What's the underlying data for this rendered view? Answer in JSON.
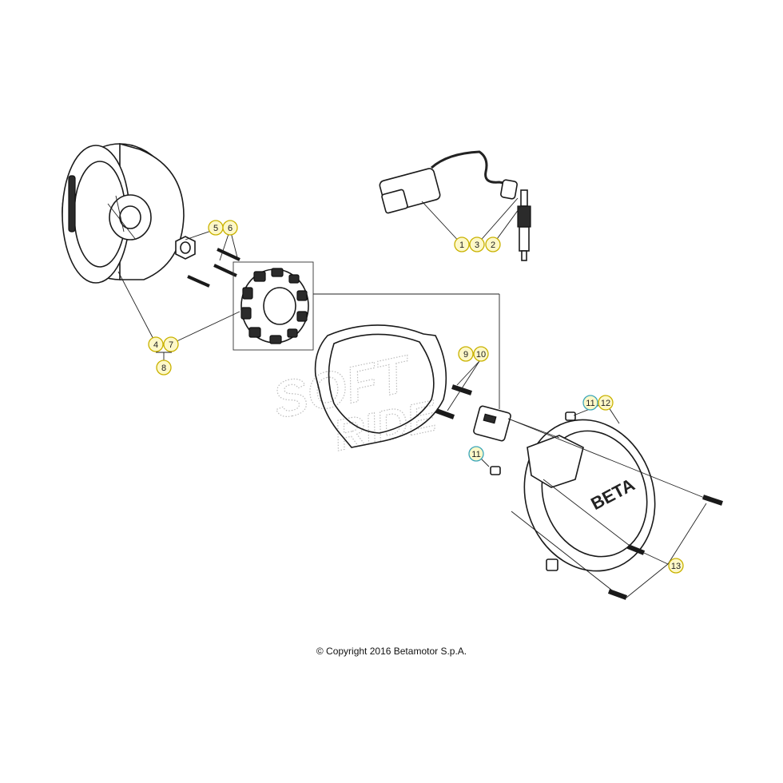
{
  "copyright": "© Copyright 2016 Betamotor S.p.A.",
  "watermark": {
    "line1": "SOFT",
    "line2": "RIDE"
  },
  "brand_logo": "BETA",
  "callouts": [
    {
      "id": "c1",
      "label": "1",
      "style": "yellow"
    },
    {
      "id": "c2",
      "label": "2",
      "style": "yellow"
    },
    {
      "id": "c3",
      "label": "3",
      "style": "yellow"
    },
    {
      "id": "c4",
      "label": "4",
      "style": "yellow"
    },
    {
      "id": "c5",
      "label": "5",
      "style": "yellow"
    },
    {
      "id": "c6",
      "label": "6",
      "style": "yellow"
    },
    {
      "id": "c7",
      "label": "7",
      "style": "yellow"
    },
    {
      "id": "c8",
      "label": "8",
      "style": "yellow"
    },
    {
      "id": "c9",
      "label": "9",
      "style": "yellow"
    },
    {
      "id": "c10",
      "label": "10",
      "style": "yellow"
    },
    {
      "id": "c11a",
      "label": "11",
      "style": "cyan"
    },
    {
      "id": "c11b",
      "label": "11",
      "style": "cyan"
    },
    {
      "id": "c12",
      "label": "12",
      "style": "yellow"
    },
    {
      "id": "c13",
      "label": "13",
      "style": "yellow"
    }
  ],
  "colors": {
    "callout_fill": "#fdf8c8",
    "callout_stroke_yellow": "#c9b200",
    "callout_stroke_cyan": "#3aa6b9",
    "line": "#1a1a1a"
  }
}
